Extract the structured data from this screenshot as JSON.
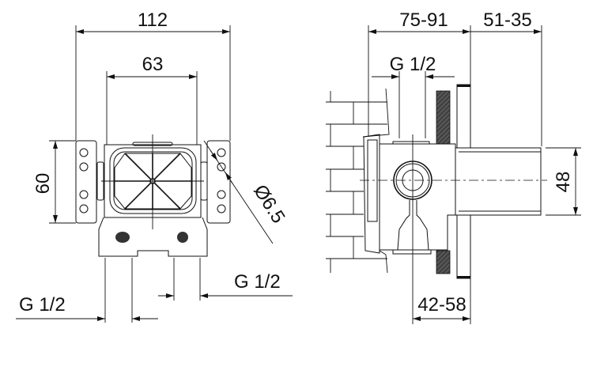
{
  "front_view": {
    "dim_width_total": "112",
    "dim_width_inner": "63",
    "dim_height": "60",
    "dim_hole_diameter": "Ø6.5",
    "dim_inlet_left": "G 1/2",
    "dim_inlet_right": "G 1/2"
  },
  "side_view": {
    "dim_depth": "75-91",
    "dim_extension": "51-35",
    "dim_thread": "G 1/2",
    "dim_outlet_height": "48",
    "dim_wall_depth": "42-58"
  },
  "colors": {
    "line": "#111111",
    "background": "#ffffff"
  }
}
